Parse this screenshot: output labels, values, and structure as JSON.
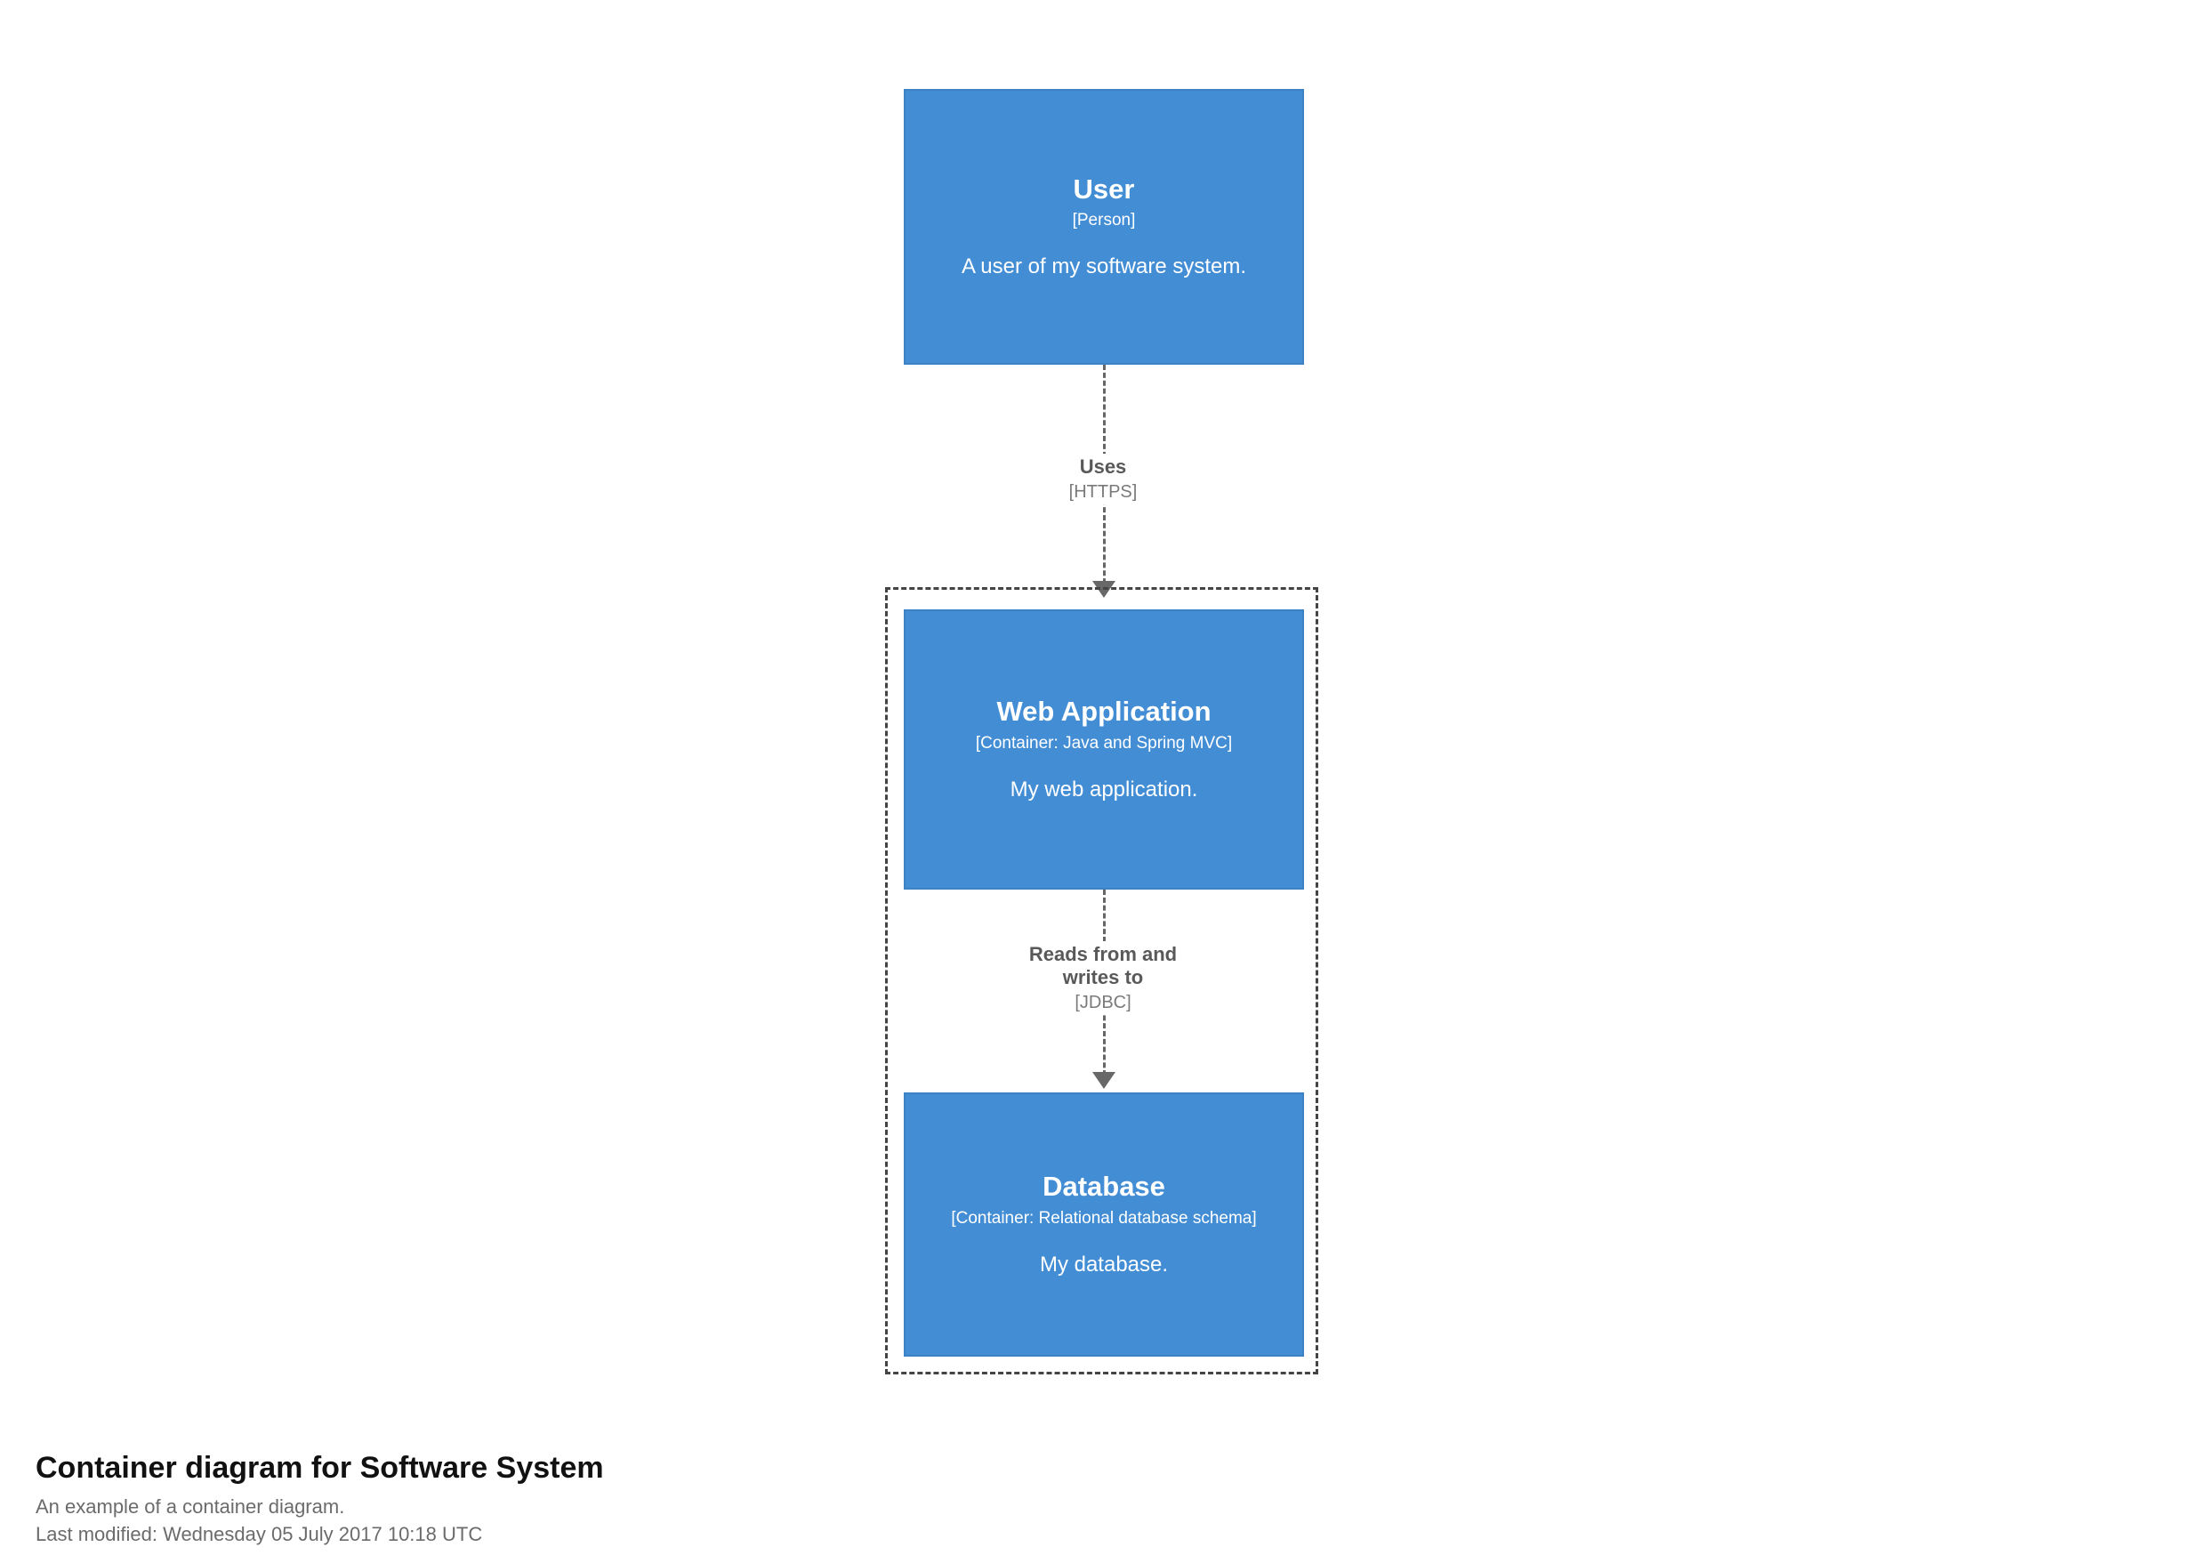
{
  "diagram": {
    "colors": {
      "element_fill": "#438dd5",
      "element_stroke": "#3d82c4",
      "element_text": "#ffffff",
      "relationship_line": "#666666",
      "relationship_text": "#595959",
      "boundary_stroke": "#444444"
    },
    "boundary": {
      "name": "software-system-boundary"
    },
    "nodes": [
      {
        "id": "user",
        "name": "User",
        "technology": "[Person]",
        "description": "A user of my software system."
      },
      {
        "id": "web-application",
        "name": "Web Application",
        "technology": "[Container: Java and Spring MVC]",
        "description": "My web application."
      },
      {
        "id": "database",
        "name": "Database",
        "technology": "[Container: Relational database schema]",
        "description": "My database."
      }
    ],
    "relationships": [
      {
        "id": "user-to-webapp",
        "description": "Uses",
        "technology": "[HTTPS]"
      },
      {
        "id": "webapp-to-database",
        "description": "Reads from and\nwrites to",
        "technology": "[JDBC]"
      }
    ]
  },
  "caption": {
    "title": "Container diagram for Software System",
    "description": "An example of a container diagram.",
    "last_modified": "Last modified: Wednesday 05 July 2017 10:18 UTC"
  }
}
